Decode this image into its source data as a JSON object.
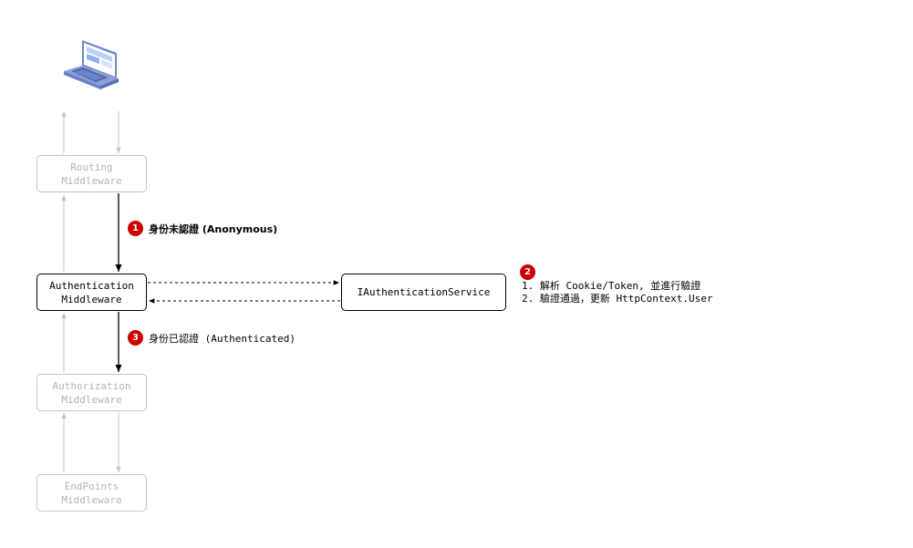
{
  "nodes": {
    "routing": {
      "line1": "Routing",
      "line2": "Middleware",
      "state": "inactive"
    },
    "authentication": {
      "line1": "Authentication",
      "line2": "Middleware",
      "state": "active"
    },
    "authorization": {
      "line1": "Authorization",
      "line2": "Middleware",
      "state": "inactive"
    },
    "endpoints": {
      "line1": "EndPoints",
      "line2": "Middleware",
      "state": "inactive"
    },
    "service": {
      "label": "IAuthenticationService"
    }
  },
  "steps": [
    {
      "number": "1",
      "label": "身份未認證 (Anonymous)"
    },
    {
      "number": "2",
      "notes": [
        "1. 解析 Cookie/Token, 並進行驗證",
        "2. 驗證通過，更新 HttpContext.User"
      ]
    },
    {
      "number": "3",
      "label": "身份已認證 (Authenticated)"
    }
  ],
  "colors": {
    "badge": "#cc0000",
    "active_border": "#000000",
    "inactive_border": "#c4c4c4",
    "inactive_text": "#b3b3b3",
    "laptop_body": "#8a9fd8",
    "laptop_screen": "#ffffff"
  },
  "icons": {
    "client": "laptop-icon"
  }
}
